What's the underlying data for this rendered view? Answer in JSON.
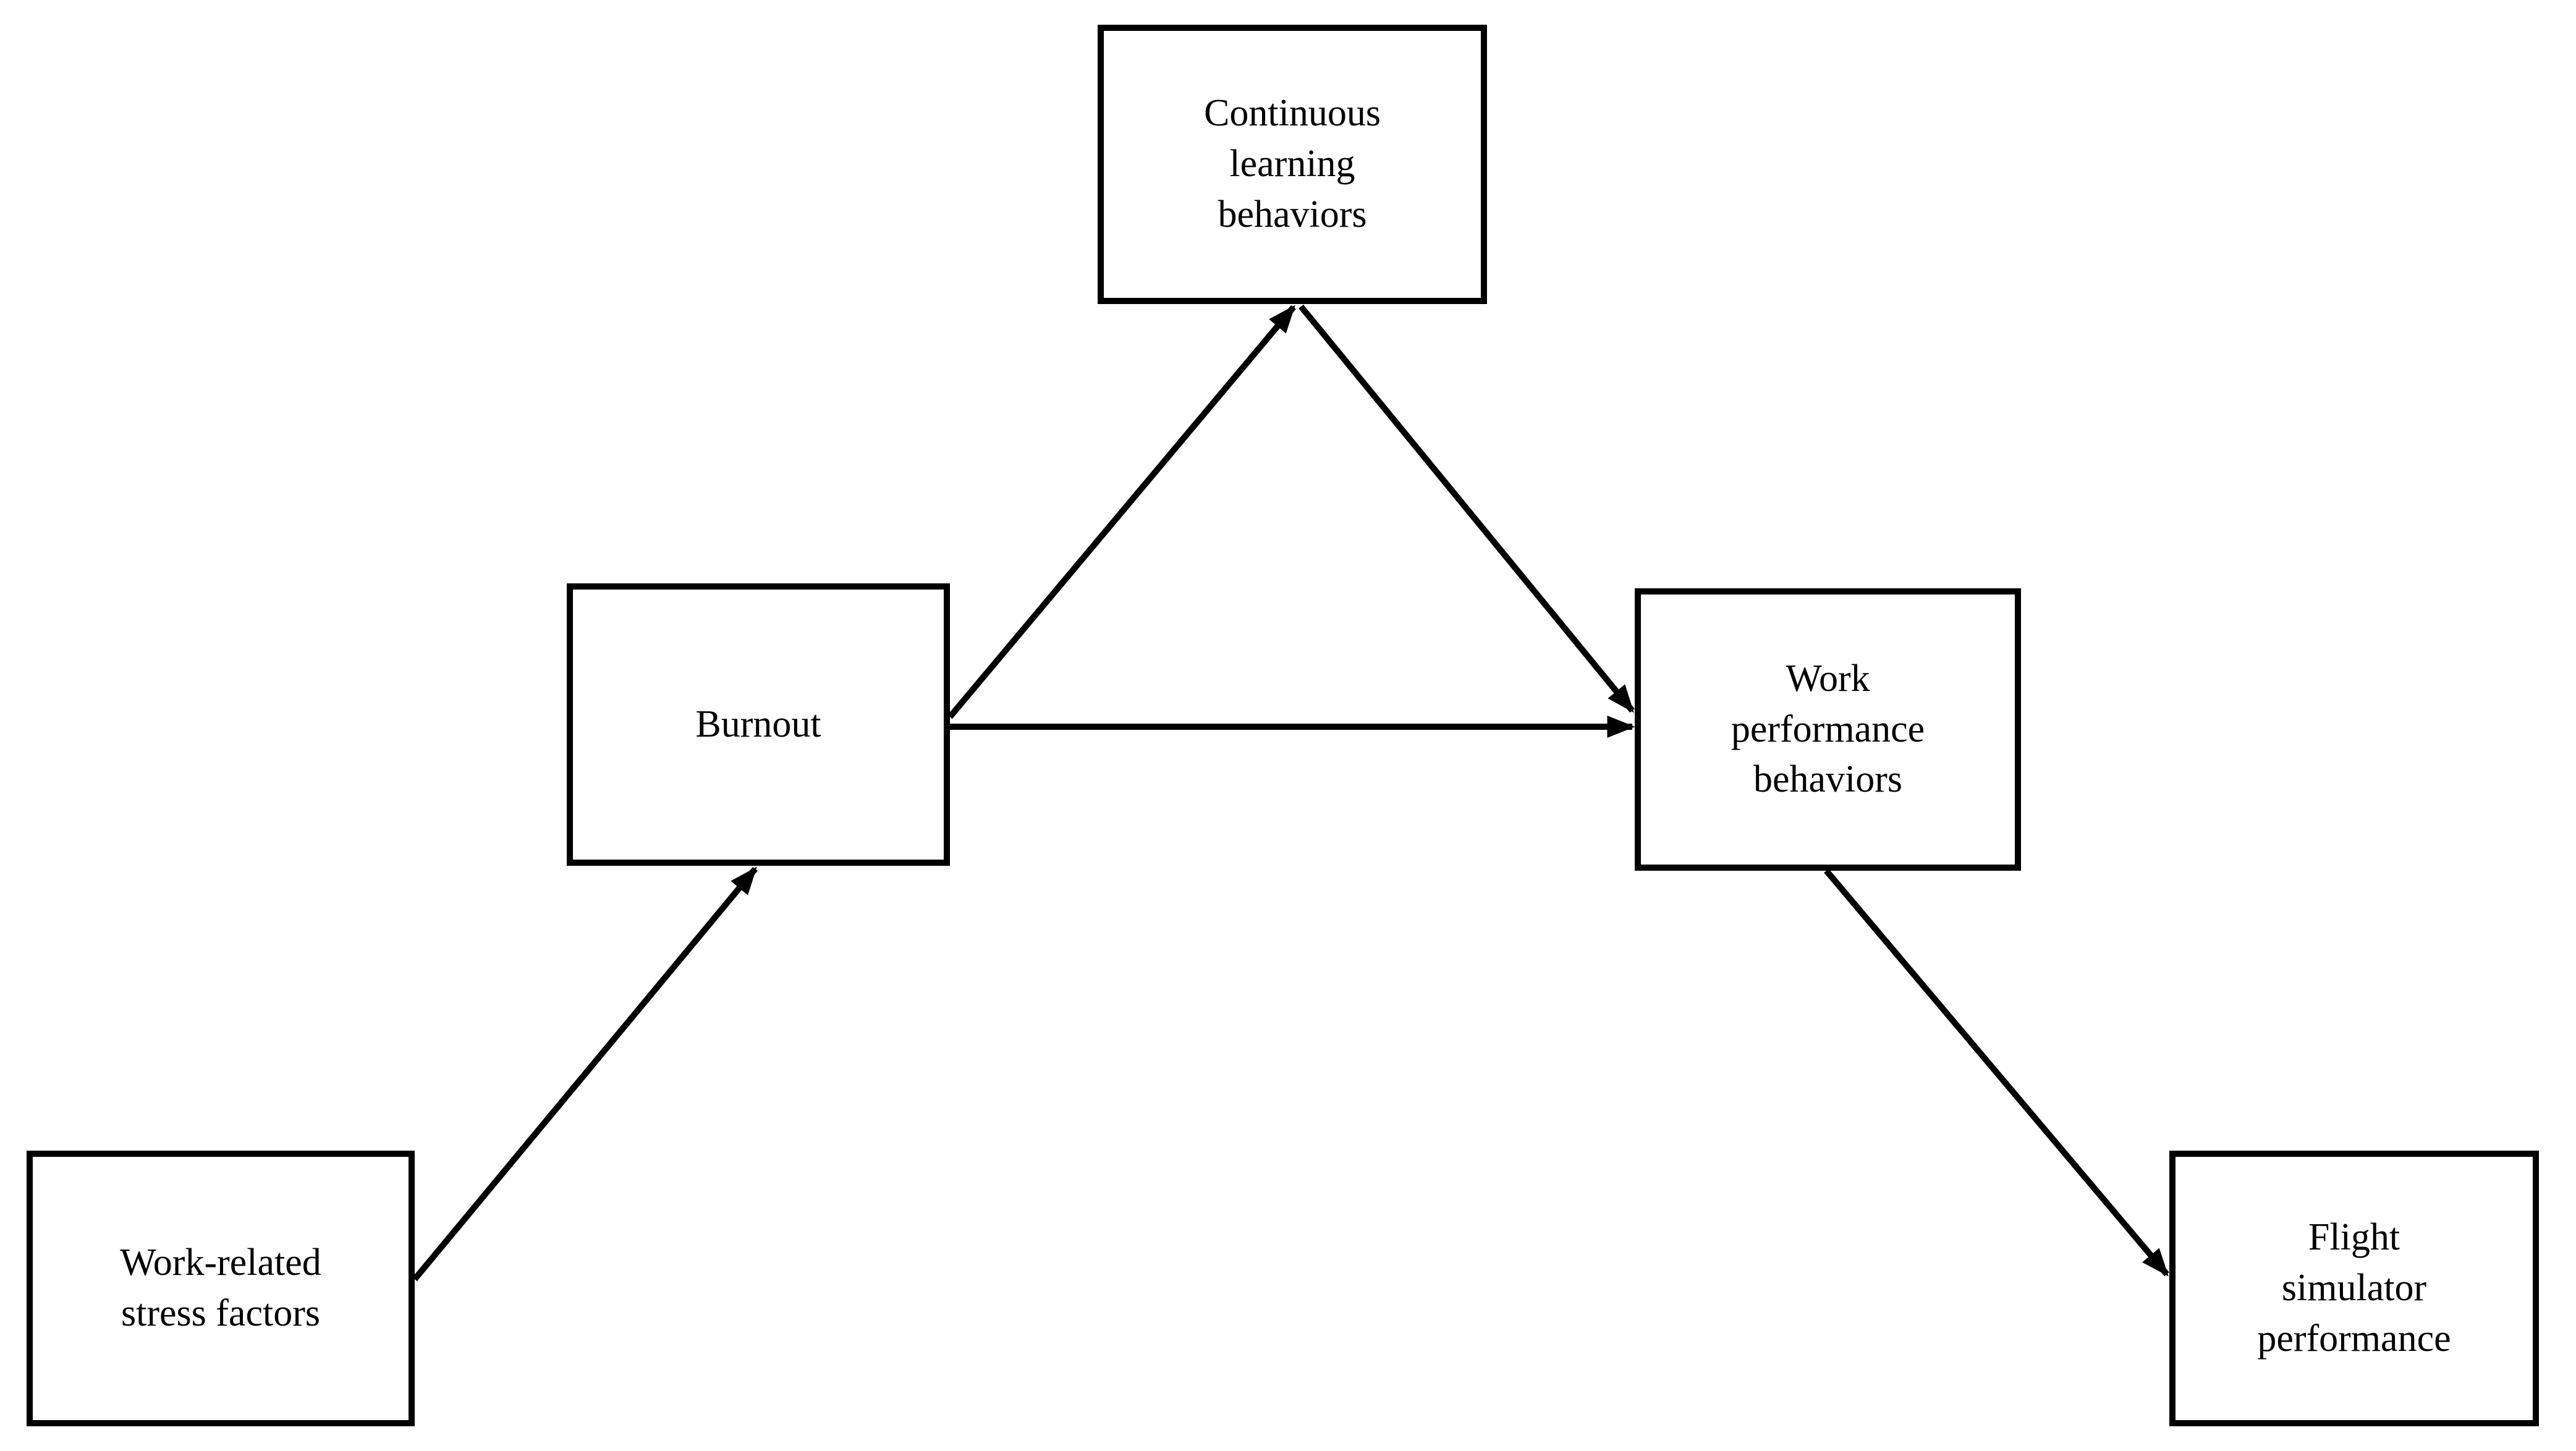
{
  "figure": {
    "background_color": "#ffffff",
    "line_color": "#000000",
    "text_color": "#000000"
  },
  "nodes": [
    {
      "id": "work-related-stress-factors",
      "label": "Work-related\nstress factors"
    },
    {
      "id": "burnout",
      "label": "Burnout"
    },
    {
      "id": "continuous-learning-behaviors",
      "label": "Continuous\nlearning\nbehaviors"
    },
    {
      "id": "work-performance-behaviors",
      "label": "Work\nperformance\nbehaviors"
    },
    {
      "id": "flight-simulator-performance",
      "label": "Flight\nsimulator\nperformance"
    }
  ],
  "edges": [
    {
      "from": "work-related-stress-factors",
      "to": "burnout"
    },
    {
      "from": "burnout",
      "to": "continuous-learning-behaviors"
    },
    {
      "from": "burnout",
      "to": "work-performance-behaviors"
    },
    {
      "from": "continuous-learning-behaviors",
      "to": "work-performance-behaviors"
    },
    {
      "from": "work-performance-behaviors",
      "to": "flight-simulator-performance"
    }
  ]
}
